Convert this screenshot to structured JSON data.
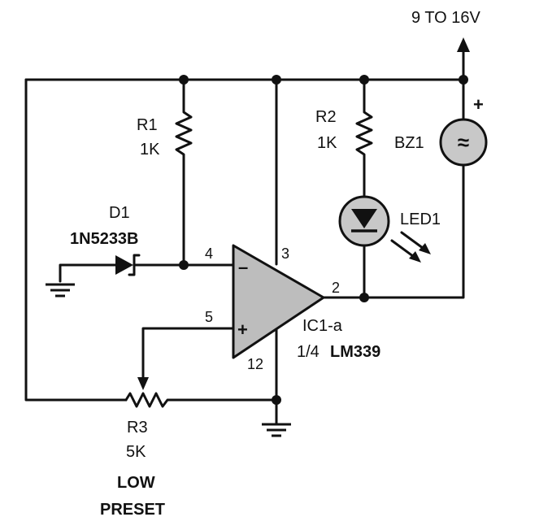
{
  "supply": {
    "label": "9 TO 16V"
  },
  "r1": {
    "name": "R1",
    "value": "1K"
  },
  "r2": {
    "name": "R2",
    "value": "1K"
  },
  "bz1": {
    "name": "BZ1",
    "plus": "+",
    "symbol": "≈"
  },
  "led1": {
    "name": "LED1"
  },
  "d1": {
    "name": "D1",
    "part": "1N5233B"
  },
  "ic": {
    "name": "IC1-a",
    "part_prefix": "1/4",
    "part": "LM339",
    "inverting_sign": "–",
    "noninverting_sign": "+",
    "pin_inv": "4",
    "pin_noninv": "5",
    "pin_vcc": "3",
    "pin_out": "2",
    "pin_gnd": "12"
  },
  "r3": {
    "name": "R3",
    "value": "5K",
    "note_line1": "LOW",
    "note_line2": "PRESET"
  },
  "colors": {
    "ink": "#111111",
    "fill": "#bdbdbd",
    "background": "#ffffff"
  }
}
